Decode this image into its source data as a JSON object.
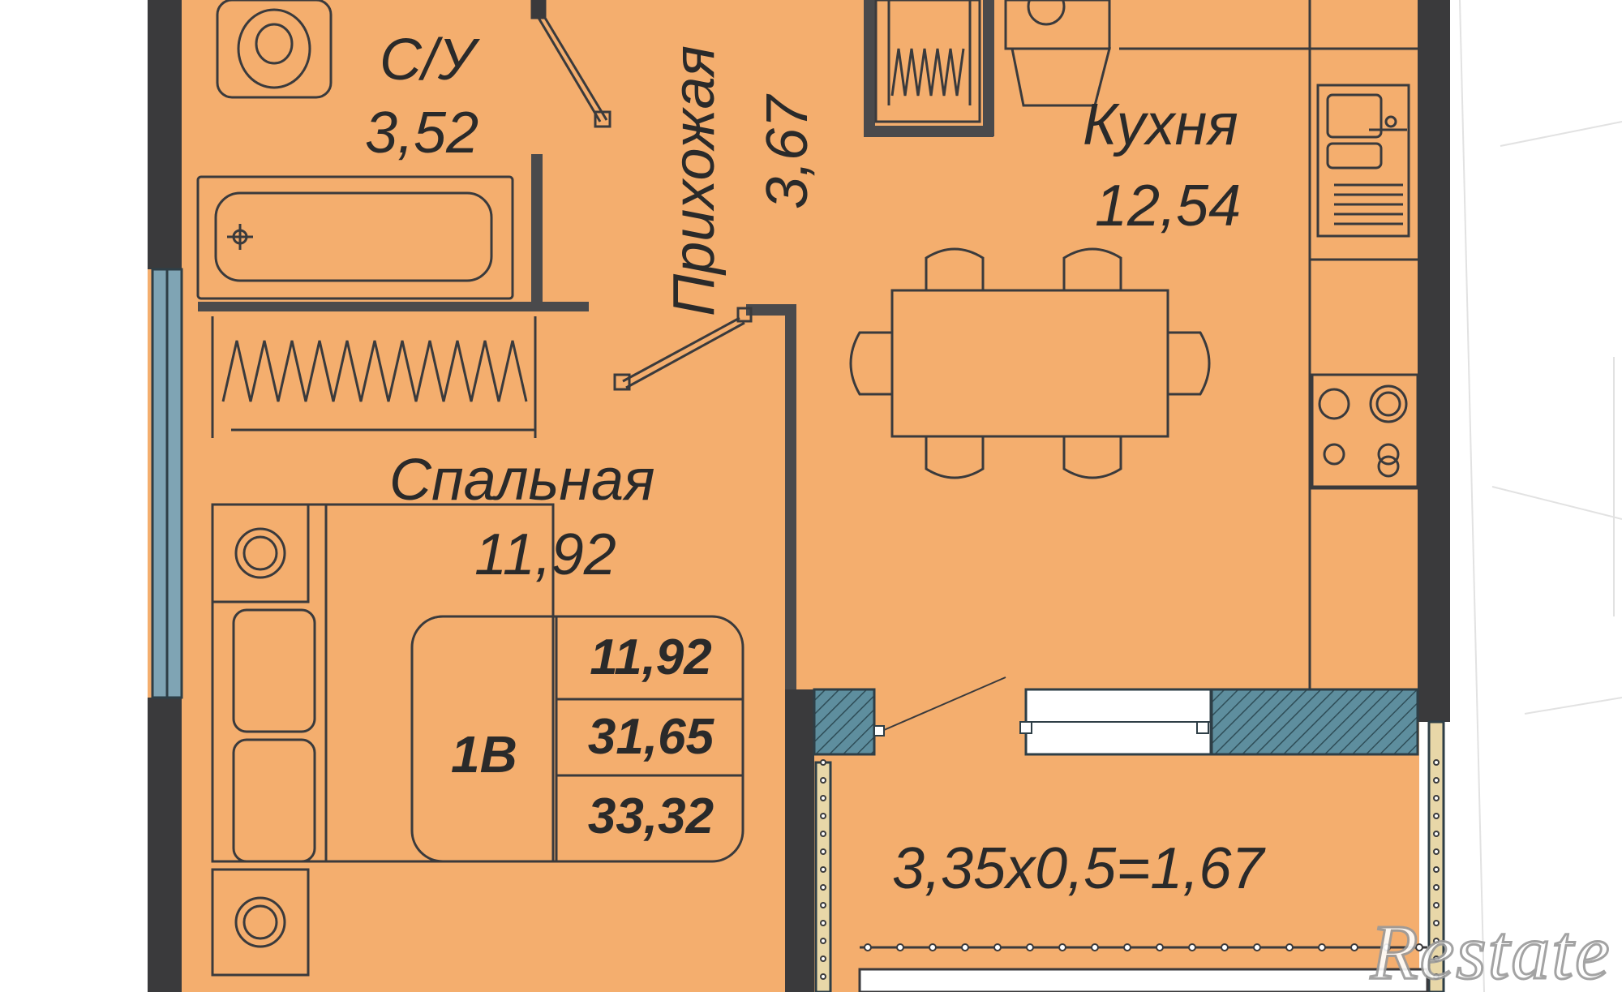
{
  "rooms": {
    "bathroom": {
      "name": "С/У",
      "area": "3,52"
    },
    "hallway": {
      "name": "Прихожая",
      "area": "3,67"
    },
    "kitchen": {
      "name": "Кухня",
      "area": "12,54"
    },
    "bedroom": {
      "name": "Спальная",
      "area": "11,92"
    },
    "balcony": {
      "formula": "3,35x0,5=1,67"
    }
  },
  "apartment_tag": {
    "code": "1B",
    "living_area": "11,92",
    "total_area": "31,65",
    "total_with_balcony": "33,32"
  },
  "watermark": "Restate",
  "colors": {
    "floor": "#F4AE6E",
    "wall": "#3A3A3C",
    "window_glass": "#7FA4B4",
    "text": "#2A2A2A"
  }
}
